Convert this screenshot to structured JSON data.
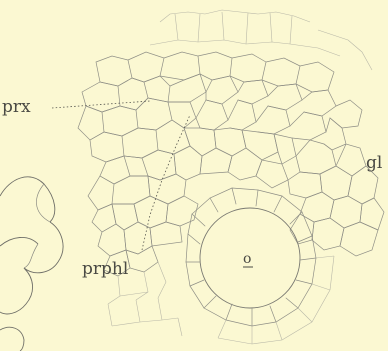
{
  "labels": {
    "prx": "prx",
    "prphl": "prphl",
    "gl": "gl",
    "center": "o"
  }
}
